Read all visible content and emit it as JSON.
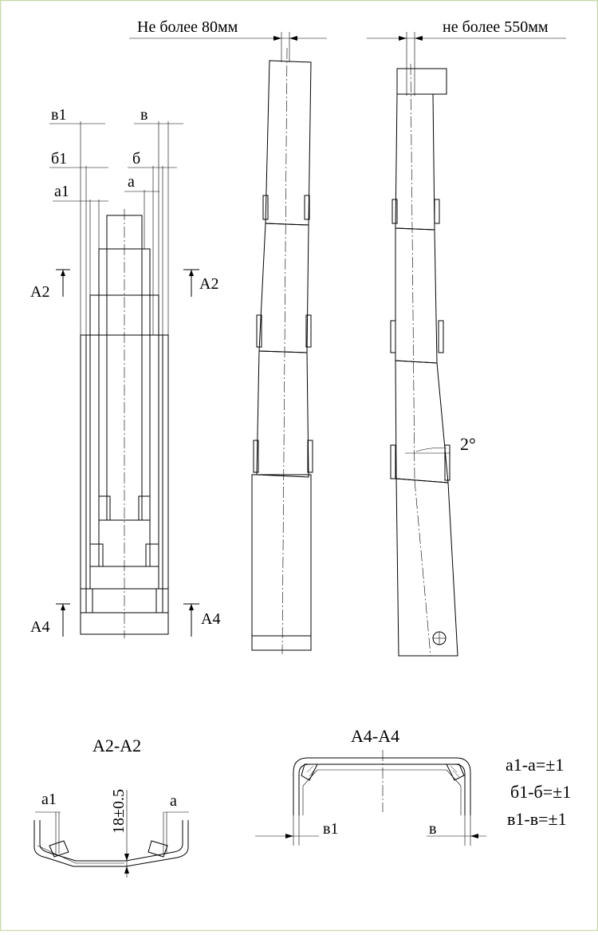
{
  "dimensions": {
    "width_limit": "Не более 80мм",
    "length_limit": "не более 550мм",
    "angle": "2°",
    "thickness": "18±0.5"
  },
  "labels": {
    "v1": "в1",
    "b1": "б1",
    "a1": "а1",
    "v": "в",
    "b": "б",
    "a": "а",
    "section_a2": "A2",
    "section_a4": "A4"
  },
  "sections": {
    "a2_title": "A2-A2",
    "a4_title": "A4-A4",
    "a2_left": "а1",
    "a2_right": "а",
    "a4_left": "в1",
    "a4_right": "в"
  },
  "tolerances": [
    "а1-а=±1",
    "б1-б=±1",
    "в1-в=±1"
  ],
  "colors": {
    "frame": "#c8d9a8",
    "line": "#000000"
  }
}
